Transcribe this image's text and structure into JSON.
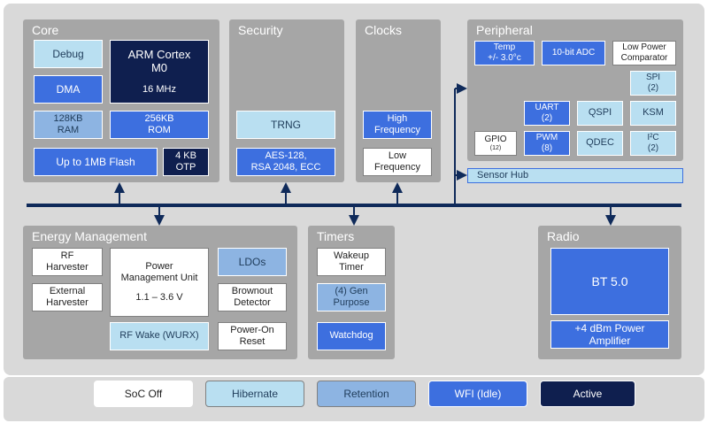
{
  "core": {
    "title": "Core",
    "debug": "Debug",
    "cpu_name": "ARM Cortex\nM0",
    "cpu_freq": "16 MHz",
    "dma": "DMA",
    "ram": "128KB\nRAM",
    "rom": "256KB\nROM",
    "flash": "Up to 1MB Flash",
    "otp": "4 KB\nOTP"
  },
  "security": {
    "title": "Security",
    "trng": "TRNG",
    "aes": "AES-128,\nRSA 2048, ECC"
  },
  "clocks": {
    "title": "Clocks",
    "high": "High\nFrequency",
    "low": "Low\nFrequency"
  },
  "peripheral": {
    "title": "Peripheral",
    "temp": "Temp\n+/- 3.0°c",
    "adc": "10-bit ADC",
    "comparator": "Low Power\nComparator",
    "spi": "SPI\n(2)",
    "uart": "UART\n(2)",
    "qspi": "QSPI",
    "ksm": "KSM",
    "gpio": "GPIO",
    "gpio_count": "(12)",
    "pwm": "PWM\n(8)",
    "qdec": "QDEC",
    "i2c": "I²C\n(2)",
    "sensor_hub": "Sensor Hub"
  },
  "energy": {
    "title": "Energy Management",
    "rf_harvester": "RF\nHarvester",
    "ext_harvester": "External\nHarvester",
    "pmu": "Power\nManagement Unit",
    "pmu_range": "1.1 – 3.6 V",
    "ldos": "LDOs",
    "brownout": "Brownout\nDetector",
    "rf_wake": "RF Wake (WURX)",
    "por": "Power-On\nReset"
  },
  "timers": {
    "title": "Timers",
    "wakeup": "Wakeup\nTimer",
    "gen": "(4) Gen\nPurpose",
    "watchdog": "Watchdog"
  },
  "radio": {
    "title": "Radio",
    "bt": "BT 5.0",
    "pa": "+4 dBm Power\nAmplifier"
  },
  "legend": [
    "SoC Off",
    "Hibernate",
    "Retention",
    "WFI (Idle)",
    "Active"
  ],
  "colors": {
    "panel": "#a6a6a6",
    "bus": "#0f2a5a",
    "hibernate": "#b9dff1",
    "retention": "#8db4e2",
    "wfi": "#3d6fdf",
    "active": "#0f1f4f"
  }
}
